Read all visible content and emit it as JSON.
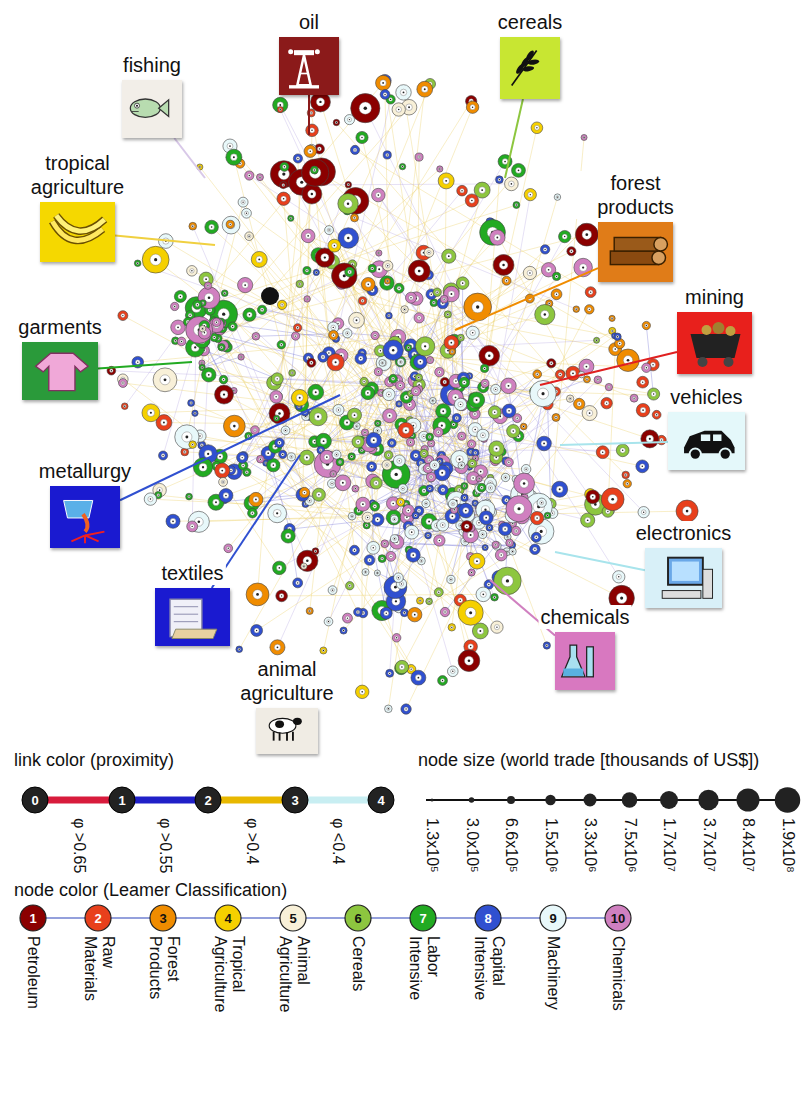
{
  "diagram": {
    "nodes": [
      {
        "text": [
          "oil"
        ]
      },
      {
        "text": [
          "cereals"
        ]
      },
      {
        "text": [
          "fishing"
        ]
      },
      {
        "text": [
          "tropical agriculture"
        ]
      },
      {
        "text": [
          "forest products"
        ]
      },
      {
        "text": [
          "mining"
        ]
      },
      {
        "text": [
          "garments"
        ]
      },
      {
        "text": [
          "vehicles"
        ]
      },
      {
        "text": [
          "metallurgy"
        ]
      },
      {
        "text": [
          "electronics"
        ]
      },
      {
        "text": [
          "textiles"
        ]
      },
      {
        "text": [
          "chemicals"
        ]
      },
      {
        "text": [
          "animal agriculture"
        ]
      }
    ],
    "labels": [
      "link color (proximity)",
      "0",
      "1",
      "2",
      "3",
      "4",
      "node size (world trade [thousands of US$])",
      "1.3x10⁵",
      "3.0x10⁵",
      "6.6x10⁵",
      "1.5x10⁶",
      "3.3x10⁶",
      "7.5x10⁶",
      "1.7x10⁷",
      "3.7x10⁷",
      "8.4x10⁷",
      "1.9x10⁸",
      "node color (Leamer Classification)",
      "1",
      "2",
      "3",
      "4",
      "5",
      "6",
      "7",
      "8",
      "9",
      "10"
    ],
    "legend": [
      {
        "text": "φ >0.65",
        "color": "#d81b3c"
      },
      {
        "text": "φ >0.55",
        "color": "#2020c8"
      },
      {
        "text": "φ >0.4",
        "color": "#e8b800"
      },
      {
        "text": "φ <0.4",
        "color": "#c8eef2"
      },
      {
        "text": "Petroleum",
        "color": "#8b0000"
      },
      {
        "text": "Raw Materials",
        "color": "#e8401c"
      },
      {
        "text": "Forest Products",
        "color": "#f08c00"
      },
      {
        "text": "Tropical Agriculture",
        "color": "#f5d000"
      },
      {
        "text": "Animal Agriculture",
        "color": "#f8f0d8"
      },
      {
        "text": "Cereals",
        "color": "#8dc63f"
      },
      {
        "text": "Labor Intensive",
        "color": "#22aa22"
      },
      {
        "text": "Capital Intensive",
        "color": "#3050d0"
      },
      {
        "text": "Machinery",
        "color": "#e8f8fa"
      },
      {
        "text": "Chemicals",
        "color": "#d080c0"
      }
    ]
  }
}
